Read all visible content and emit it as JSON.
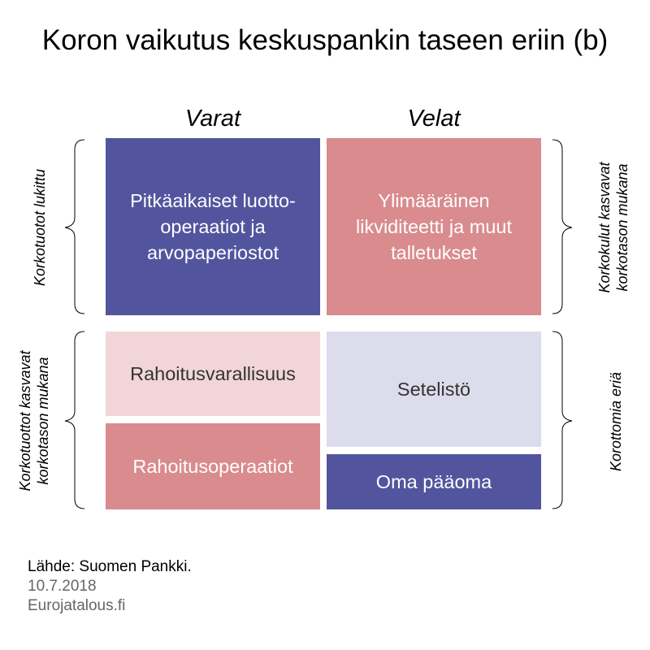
{
  "title": "Koron vaikutus keskuspankin taseen eriin (b)",
  "columns": {
    "assets": "Varat",
    "liabilities": "Velat"
  },
  "boxes": {
    "long_term": {
      "lines": [
        "Pitkäaikaiset luotto-",
        "operaatiot ja",
        "arvopaperiostot"
      ],
      "color": "#52559e",
      "text_color": "#ffffff"
    },
    "excess_liquidity": {
      "lines": [
        "Ylimääräinen",
        "likviditeetti ja muut",
        "talletukset"
      ],
      "color": "#d98b8e",
      "text_color": "#ffffff"
    },
    "financial_assets": {
      "lines": [
        "Rahoitusvarallisuus"
      ],
      "color": "#f2d6d7",
      "text_color": "#333333"
    },
    "financing_ops": {
      "lines": [
        "Rahoitusoperaatiot"
      ],
      "color": "#d98b8e",
      "text_color": "#ffffff"
    },
    "banknotes": {
      "lines": [
        "Setelistö"
      ],
      "color": "#dcdcec",
      "text_color": "#333333"
    },
    "equity": {
      "lines": [
        "Oma pääoma"
      ],
      "color": "#52559e",
      "text_color": "#ffffff"
    }
  },
  "side_labels": {
    "left_top": [
      "Korkotuotot lukittu"
    ],
    "left_bottom": [
      "Korkotuottot kasvavat",
      "korkotason mukana"
    ],
    "right_top": [
      "Korkokulut kasvavat",
      "korkotason mukana"
    ],
    "right_bottom": [
      "Korottomia eriä"
    ]
  },
  "source": {
    "line1": "Lähde: Suomen Pankki.",
    "date": "10.7.2018",
    "site": "Eurojatalous.fi",
    "gray": "#666666"
  }
}
